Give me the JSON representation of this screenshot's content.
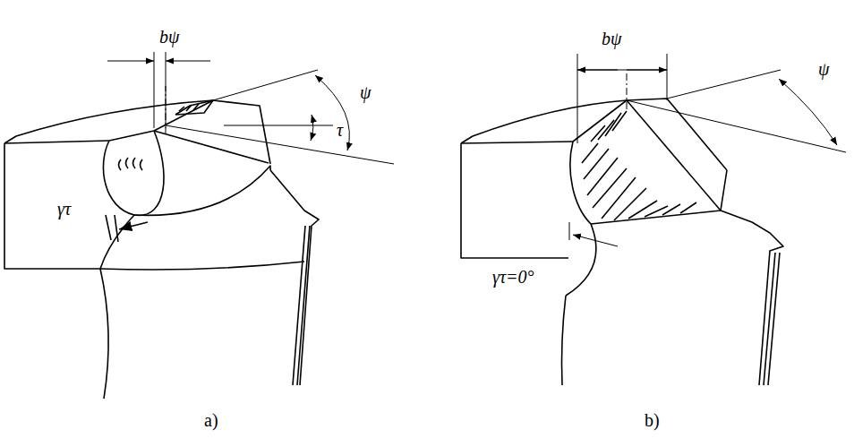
{
  "diagram": {
    "labels": [
      "bψ",
      "ψ",
      "τ",
      "γτ",
      "bψ",
      "ψ",
      "γτ=0°",
      "a)",
      "b)"
    ]
  }
}
